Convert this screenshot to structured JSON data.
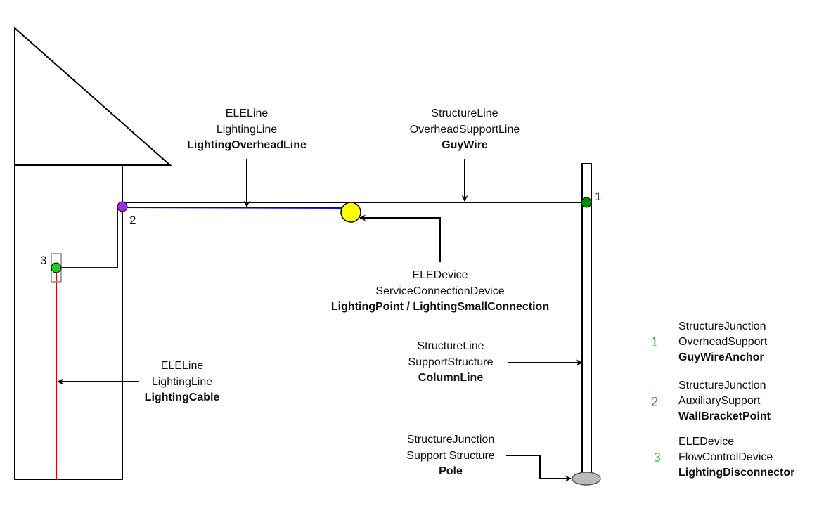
{
  "labels": {
    "overhead_line": {
      "l1": "ELELine",
      "l2": "LightingLine",
      "l3": "LightingOverheadLine"
    },
    "guy_wire": {
      "l1": "StructureLine",
      "l2": "OverheadSupportLine",
      "l3": "GuyWire"
    },
    "device": {
      "l1": "ELEDevice",
      "l2": "ServiceConnectionDevice",
      "l3": "LightingPoint / LightingSmallConnection"
    },
    "column": {
      "l1": "StructureLine",
      "l2": "SupportStructure",
      "l3": "ColumnLine"
    },
    "cable": {
      "l1": "ELELine",
      "l2": "LightingLine",
      "l3": "LightingCable"
    },
    "pole": {
      "l1": "StructureJunction",
      "l2": "Support Structure",
      "l3": "Pole"
    }
  },
  "markers": {
    "m1": "1",
    "m2": "2",
    "m3": "3"
  },
  "legend": [
    {
      "num": "1",
      "l1": "StructureJunction",
      "l2": "OverheadSupport",
      "l3": "GuyWireAnchor",
      "color": "#1a9c1a"
    },
    {
      "num": "2",
      "l1": "StructureJunction",
      "l2": "AuxiliarySupport",
      "l3": "WallBracketPoint",
      "color": "#9b30e0"
    },
    {
      "num": "3",
      "l1": "ELEDevice",
      "l2": "FlowControlDevice",
      "l3": "LightingDisconnector",
      "color": "#22dd22"
    }
  ],
  "colors": {
    "lighting_overhead_line": "#0000cc",
    "lighting_cable": "#dd0000",
    "service_device": "#ffff00",
    "junction_1": "#0a8a0a",
    "junction_2": "#9b30e0",
    "junction_3": "#22cc22",
    "pole_base": "#bbbbbb"
  }
}
